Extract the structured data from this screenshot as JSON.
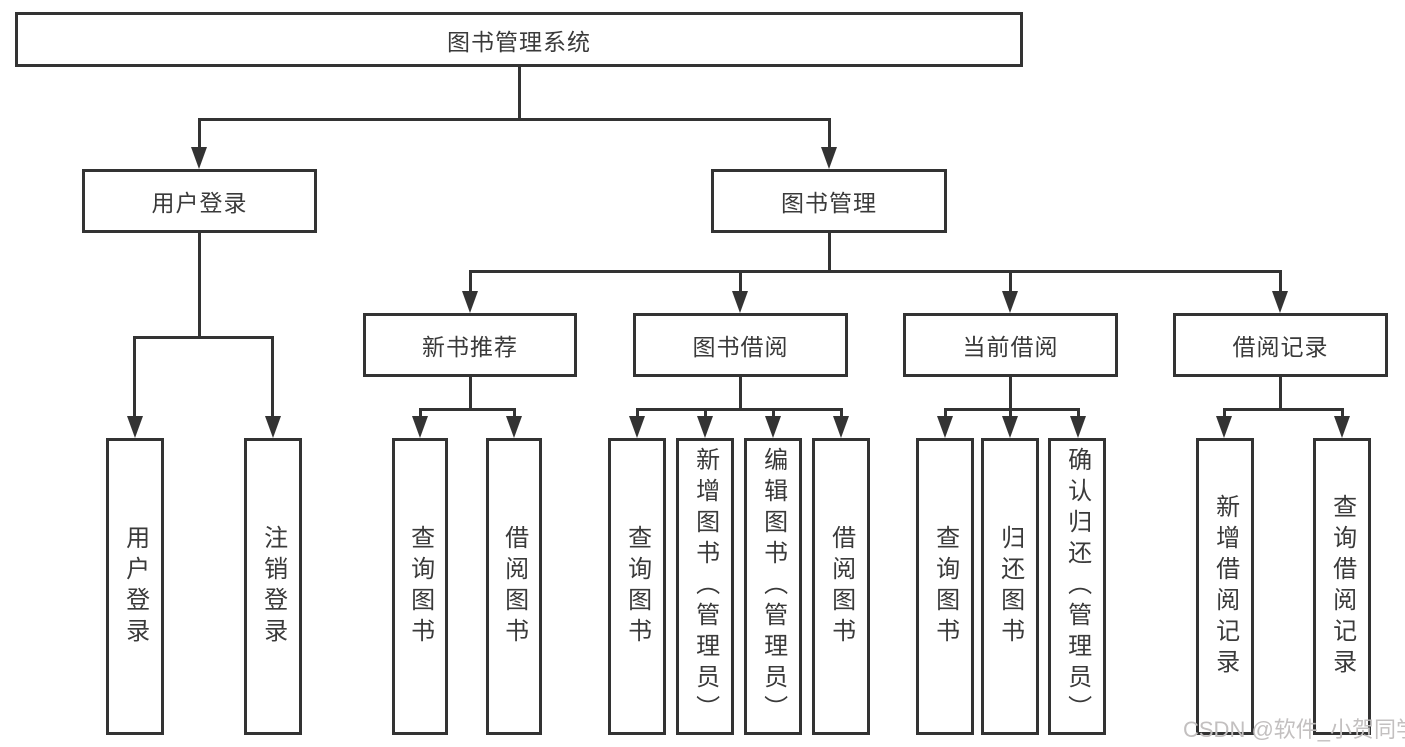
{
  "diagram": {
    "root": "图书管理系统",
    "level2": [
      "用户登录",
      "图书管理"
    ],
    "level3": [
      "新书推荐",
      "图书借阅",
      "当前借阅",
      "借阅记录"
    ],
    "leaves": [
      "用户登录",
      "注销登录",
      "查询图书",
      "借阅图书",
      "查询图书",
      "新增图书（管理员）",
      "编辑图书（管理员）",
      "借阅图书",
      "查询图书",
      "归还图书",
      "确认归还（管理员）",
      "新增借阅记录",
      "查询借阅记录"
    ]
  },
  "watermark": "CSDN @软件_小贺同学",
  "colors": {
    "line": "#333333",
    "box_border": "#333333",
    "box_fill": "#ffffff",
    "text": "#3a3a3a",
    "watermark_text": "#c3c0c0",
    "background": "#ffffff"
  }
}
